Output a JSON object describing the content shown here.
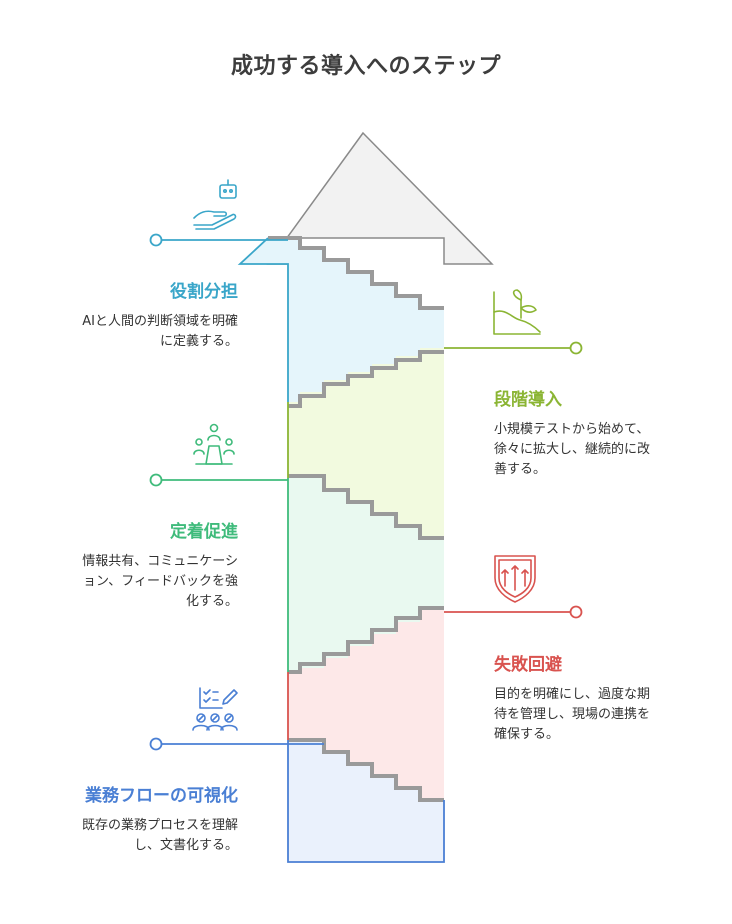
{
  "title": "成功する導入へのステップ",
  "colors": {
    "blue": "#3aa6c9",
    "green": "#8bb534",
    "teal": "#3fbb7b",
    "red": "#d9534f",
    "navy": "#4a7fd4"
  },
  "steps": [
    {
      "title": "役割分担",
      "desc_lines": [
        "AIと人間の判断領域を明確",
        "に定義する。"
      ],
      "icon": "robot-hand-icon"
    },
    {
      "title": "段階導入",
      "desc_lines": [
        "小規模テストから始めて、",
        "徐々に拡大し、継続的に改",
        "善する。"
      ],
      "icon": "plant-growth-icon"
    },
    {
      "title": "定着促進",
      "desc_lines": [
        "情報共有、コミュニケーシ",
        "ョン、フィードバックを強",
        "化する。"
      ],
      "icon": "team-meeting-icon"
    },
    {
      "title": "失敗回避",
      "desc_lines": [
        "目的を明確にし、過度な期",
        "待を管理し、現場の連携を",
        "確保する。"
      ],
      "icon": "shield-arrows-icon"
    },
    {
      "title": "業務フローの可視化",
      "desc_lines": [
        "既存の業務プロセスを理解",
        "し、文書化する。"
      ],
      "icon": "checklist-team-icon"
    }
  ]
}
